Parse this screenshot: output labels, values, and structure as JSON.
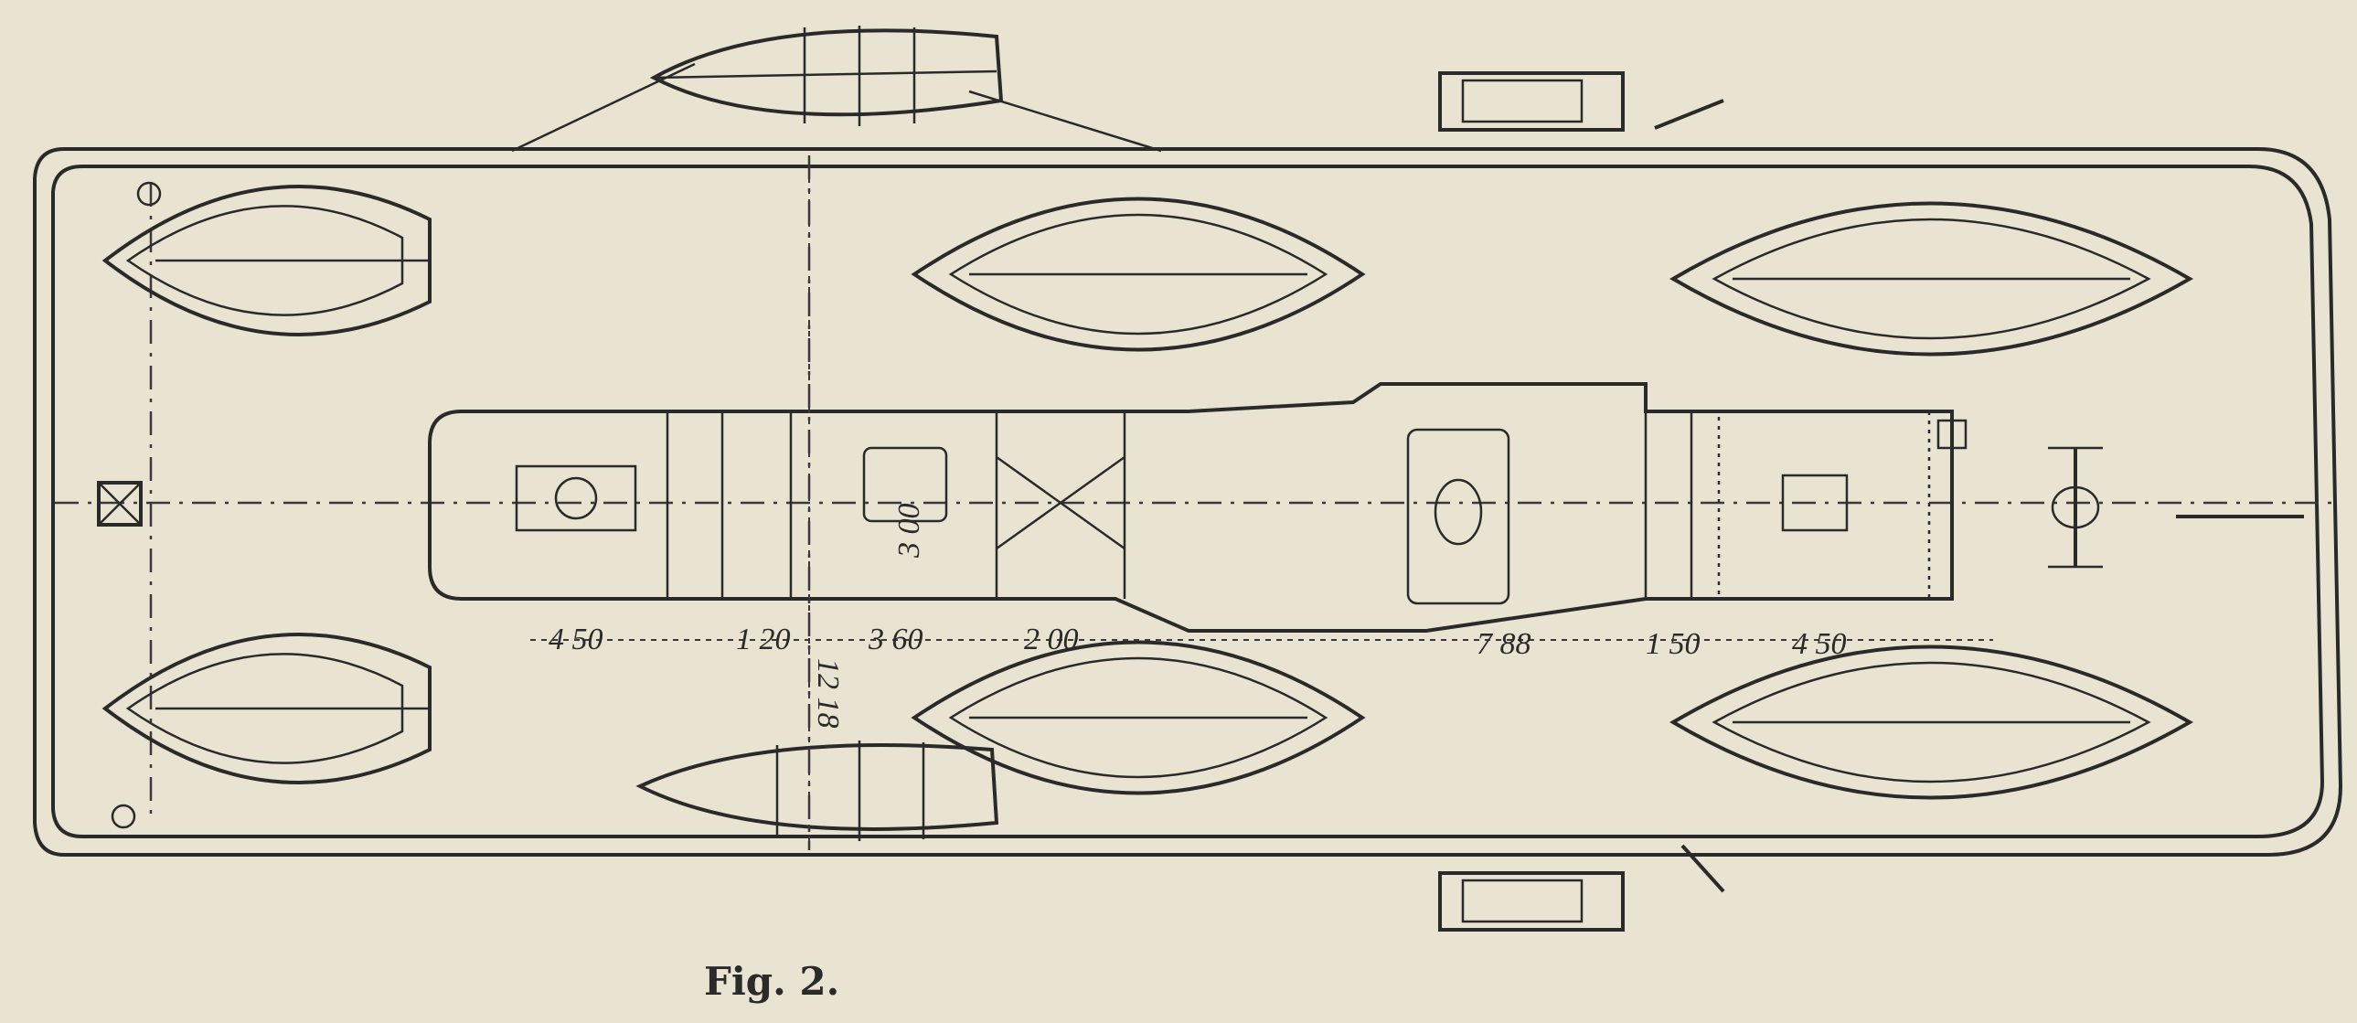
{
  "figure": {
    "caption": "Fig. 2.",
    "subject": "ship-deck-plan",
    "dimensions": {
      "d1": "4 50",
      "d2": "1 20",
      "d3": "3 60",
      "d4": "2 00",
      "d5": "7 88",
      "d6": "1 50",
      "d7": "4 50",
      "beam": "12 18",
      "house": "3 00"
    }
  },
  "colors": {
    "paper": "#e9e3d2",
    "ink": "#2b2a2a"
  }
}
